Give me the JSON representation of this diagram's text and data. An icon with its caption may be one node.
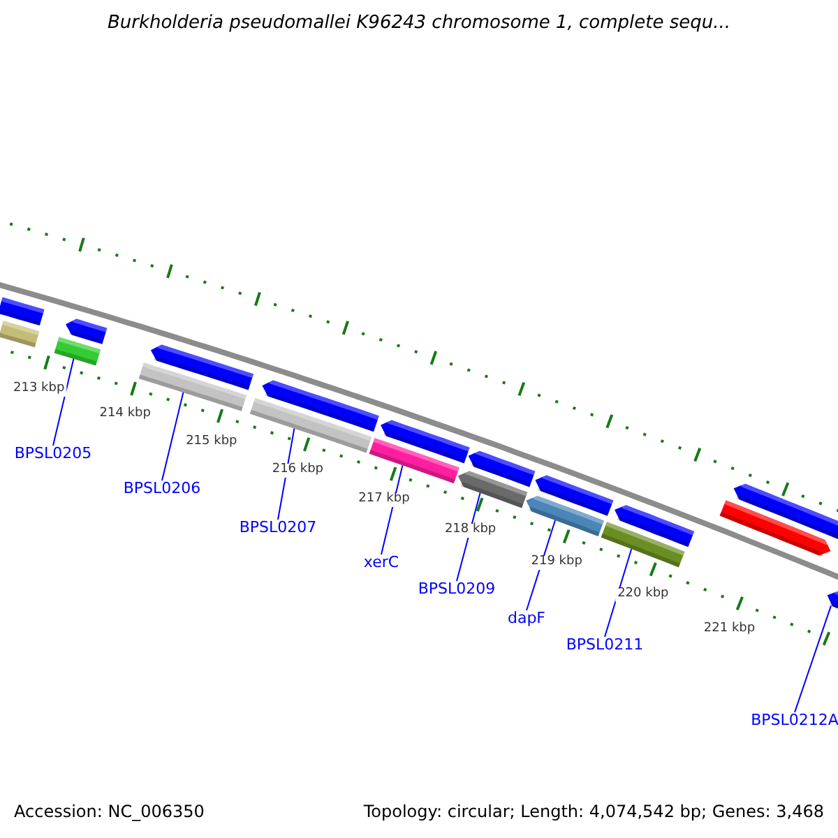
{
  "diagram": {
    "title": "Burkholderia pseudomallei K96243 chromosome 1, complete sequ...",
    "nodes": [
      {
        "text": [],
        "shape": "bar"
      },
      {
        "text": [],
        "shape": "bar"
      },
      {
        "text": [],
        "shape": "bar"
      },
      {
        "text": [],
        "shape": "bar"
      },
      {
        "text": [],
        "shape": "bar"
      },
      {
        "text": [],
        "shape": "bar"
      },
      {
        "text": [],
        "shape": "bar"
      },
      {
        "text": [],
        "shape": "bar"
      },
      {
        "text": [],
        "shape": "bar"
      },
      {
        "text": [],
        "shape": "bar"
      },
      {
        "text": [],
        "shape": "bar"
      },
      {
        "text": [],
        "shape": "bar"
      },
      {
        "text": [],
        "shape": "bar"
      },
      {
        "text": [],
        "shape": "bar"
      },
      {
        "text": [],
        "shape": "bar"
      },
      {
        "text": [],
        "shape": "bar"
      },
      {
        "text": [],
        "shape": "bar"
      },
      {
        "text": [],
        "shape": "bar"
      },
      {
        "text": [],
        "shape": "bar"
      },
      {
        "text": [
          "BPSL0205"
        ]
      },
      {
        "text": [
          "BPSL0206"
        ]
      },
      {
        "text": [
          "BPSL0207"
        ]
      },
      {
        "text": [
          "xerC"
        ]
      },
      {
        "text": [
          "BPSL0209"
        ]
      },
      {
        "text": [
          "dapF"
        ]
      },
      {
        "text": [
          "BPSL0211"
        ]
      },
      {
        "text": [
          "BPSL0212A"
        ]
      }
    ],
    "edges": [
      {
        "from": 19,
        "to": 3,
        "arrow": "none"
      },
      {
        "from": 20,
        "to": 5,
        "arrow": "none"
      },
      {
        "from": 21,
        "to": 7,
        "arrow": "none"
      },
      {
        "from": 22,
        "to": 9,
        "arrow": "none"
      },
      {
        "from": 23,
        "to": 11,
        "arrow": "none"
      },
      {
        "from": 24,
        "to": 13,
        "arrow": "none"
      },
      {
        "from": 25,
        "to": 15,
        "arrow": "none"
      },
      {
        "from": 26,
        "to": 18,
        "arrow": "none"
      }
    ],
    "labels": [
      "213 kbp",
      "214 kbp",
      "215 kbp",
      "216 kbp",
      "217 kbp",
      "218 kbp",
      "219 kbp",
      "220 kbp",
      "221 kbp",
      "Accession: NC_006350",
      "Topology: circular; Length: 4,074,542 bp; Genes: 3,468"
    ]
  }
}
